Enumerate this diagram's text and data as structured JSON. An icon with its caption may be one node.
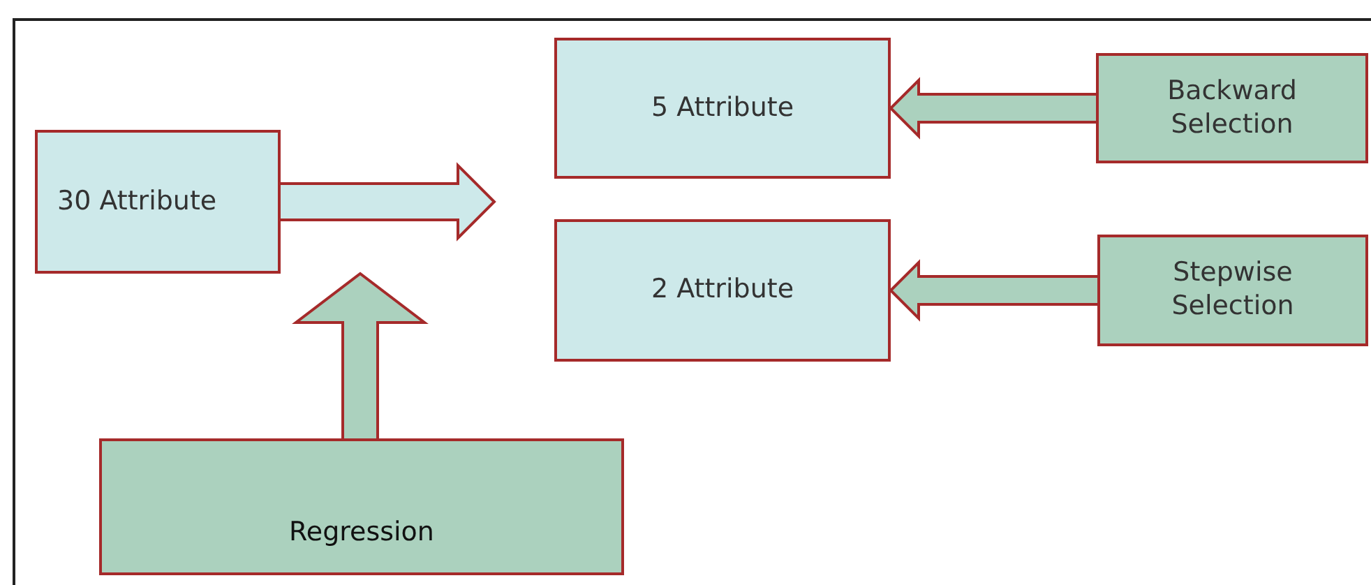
{
  "diagram": {
    "nodes": [
      {
        "text": [
          "30 Attribute"
        ]
      },
      {
        "text": [
          "5 Attribute"
        ]
      },
      {
        "text": [
          "2 Attribute"
        ]
      },
      {
        "text": [
          "Backward Selection"
        ]
      },
      {
        "text": [
          "Stepwise Selection"
        ]
      },
      {
        "text": [
          "Regression"
        ]
      }
    ],
    "edges": [
      {
        "from": 0,
        "to": null,
        "arrow": "to"
      },
      {
        "from": 3,
        "to": 1,
        "arrow": "to"
      },
      {
        "from": 4,
        "to": 2,
        "arrow": "to"
      },
      {
        "from": 5,
        "to": 0,
        "arrow": "to"
      }
    ]
  }
}
